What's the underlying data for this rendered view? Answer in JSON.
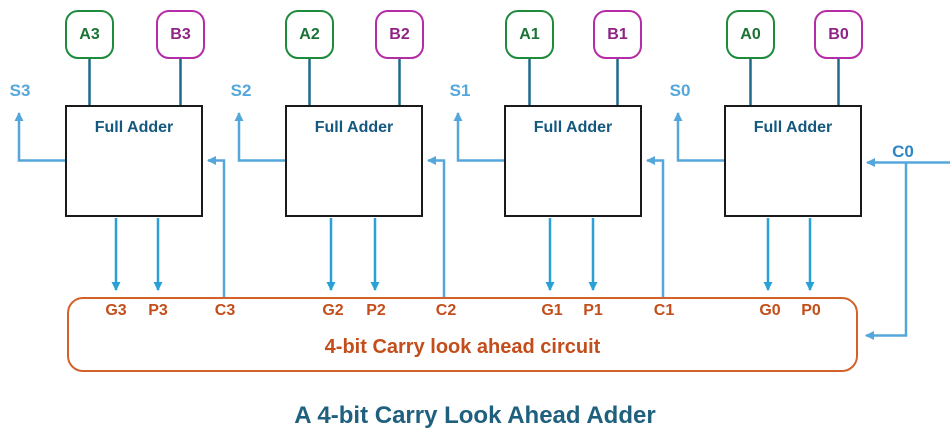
{
  "title": "A 4-bit Carry Look Ahead Adder",
  "inputs": [
    "A3",
    "B3",
    "A2",
    "B2",
    "A1",
    "B1",
    "A0",
    "B0"
  ],
  "adders": [
    "Full Adder",
    "Full Adder",
    "Full Adder",
    "Full Adder"
  ],
  "sums": [
    "S3",
    "S2",
    "S1",
    "S0"
  ],
  "carry_in": "C0",
  "cla": {
    "label": "4-bit Carry look ahead circuit",
    "pin_labels": [
      "G3",
      "P3",
      "C3",
      "G2",
      "P2",
      "C2",
      "G1",
      "P1",
      "C1",
      "G0",
      "P0"
    ]
  },
  "colors": {
    "input_a_border": "#1E8A3C",
    "input_b_border": "#B42DA6",
    "input_wire": "#1E6A8A",
    "sum_carry_wire": "#55A7DB",
    "gp_wire": "#29A0D6",
    "adder_text": "#14587F",
    "cla_border": "#D2622A",
    "cla_text": "#C34E1B",
    "title_text": "#20607F"
  }
}
